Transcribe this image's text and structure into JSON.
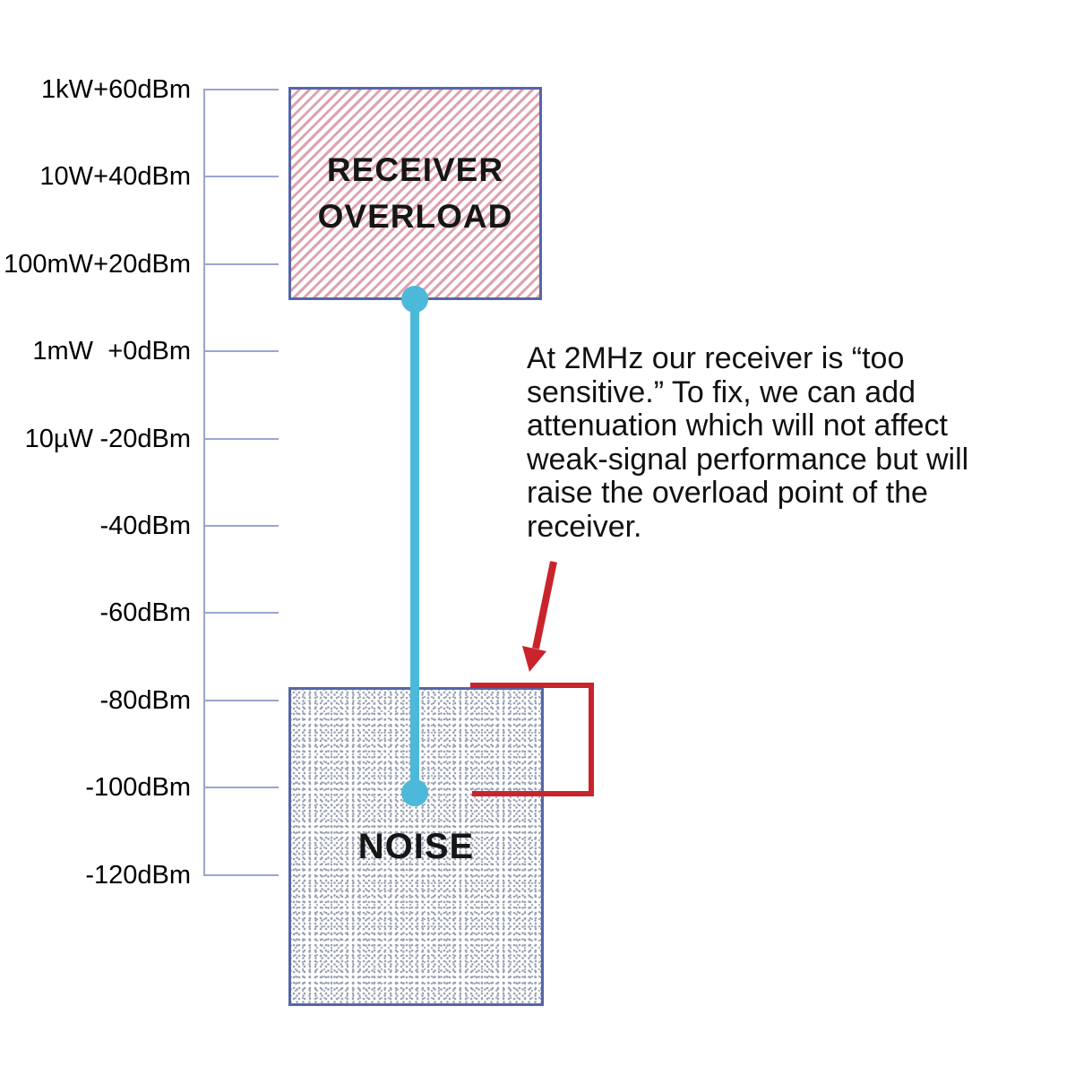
{
  "figure": {
    "receiver_box_label": "RECEIVER\nOVERLOAD",
    "noise_box_label": "NOISE",
    "annotation": "At 2MHz our receiver is “too\nsensitive.” To fix, we can add\nattenuation which will not affect\nweak-signal performance but will\nraise the overload point of the\nreceiver."
  },
  "axis": {
    "ticks": [
      {
        "power": "1kW",
        "dbm": "+60dBm"
      },
      {
        "power": "10W",
        "dbm": "+40dBm"
      },
      {
        "power": "100mW",
        "dbm": "+20dBm"
      },
      {
        "power": "1mW",
        "dbm": "+0dBm"
      },
      {
        "power": "10µW",
        "dbm": "-20dBm"
      },
      {
        "power": "",
        "dbm": "-40dBm"
      },
      {
        "power": "",
        "dbm": "-60dBm"
      },
      {
        "power": "",
        "dbm": "-80dBm"
      },
      {
        "power": "",
        "dbm": "-100dBm"
      },
      {
        "power": "",
        "dbm": "-120dBm"
      }
    ]
  },
  "colors": {
    "cyan": "#4cb8da",
    "box-border": "#5566a9",
    "axis": "#9aa5d0",
    "hatch": "#dca3af",
    "stipple": "#99a1b3",
    "red": "#c9242c",
    "ink": "#111111"
  }
}
